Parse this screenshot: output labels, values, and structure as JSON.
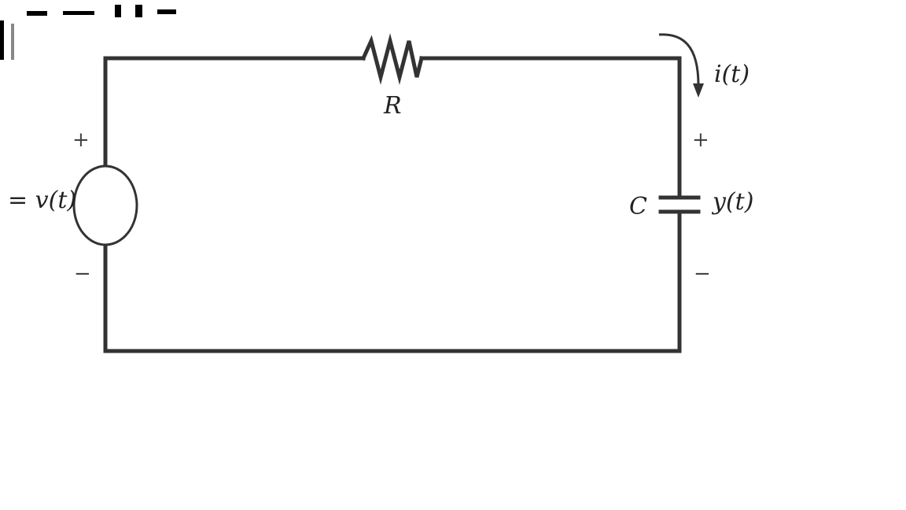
{
  "diagram": {
    "resistor_label": "R",
    "capacitor_label": "C",
    "current_label": "i(t)",
    "source_label": "= v(t)",
    "output_label": "y(t)",
    "source_plus": "+",
    "source_minus": "−",
    "output_plus": "+",
    "output_minus": "−"
  },
  "colors": {
    "wire": "#333333",
    "background": "#ffffff"
  }
}
